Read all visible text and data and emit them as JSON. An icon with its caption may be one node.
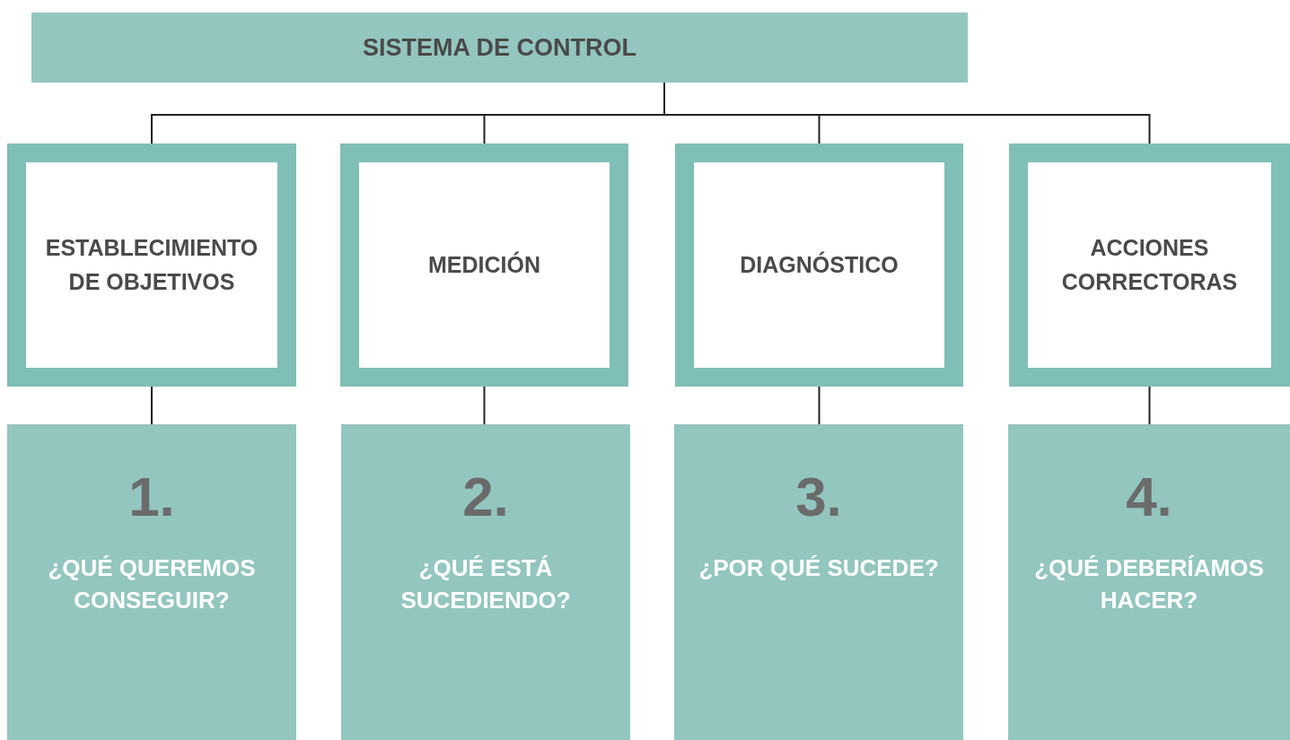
{
  "diagram": {
    "nodes": [
      {
        "text": [
          "SISTEMA DE CONTROL"
        ]
      },
      {
        "text": [
          "ESTABLECIMIENTO DE OBJETIVOS"
        ]
      },
      {
        "text": [
          "MEDICIÓN"
        ]
      },
      {
        "text": [
          "DIAGNÓSTICO"
        ]
      },
      {
        "text": [
          "ACCIONES CORRECTORAS"
        ]
      },
      {
        "text": [
          "1.",
          "¿QUÉ QUEREMOS CONSEGUIR?"
        ]
      },
      {
        "text": [
          "2.",
          "¿QUÉ ESTÁ SUCEDIENDO?"
        ]
      },
      {
        "text": [
          "3.",
          "¿POR QUÉ SUCEDE?"
        ]
      },
      {
        "text": [
          "4.",
          "¿QUÉ DEBERÍAMOS HACER?"
        ]
      }
    ],
    "edges": [
      {
        "from": 0,
        "to": 1,
        "arrow": "none"
      },
      {
        "from": 0,
        "to": 2,
        "arrow": "none"
      },
      {
        "from": 0,
        "to": 3,
        "arrow": "none"
      },
      {
        "from": 0,
        "to": 4,
        "arrow": "none"
      },
      {
        "from": 1,
        "to": 5,
        "arrow": "none"
      },
      {
        "from": 2,
        "to": 6,
        "arrow": "none"
      },
      {
        "from": 3,
        "to": 7,
        "arrow": "none"
      },
      {
        "from": 4,
        "to": 8,
        "arrow": "none"
      }
    ]
  }
}
